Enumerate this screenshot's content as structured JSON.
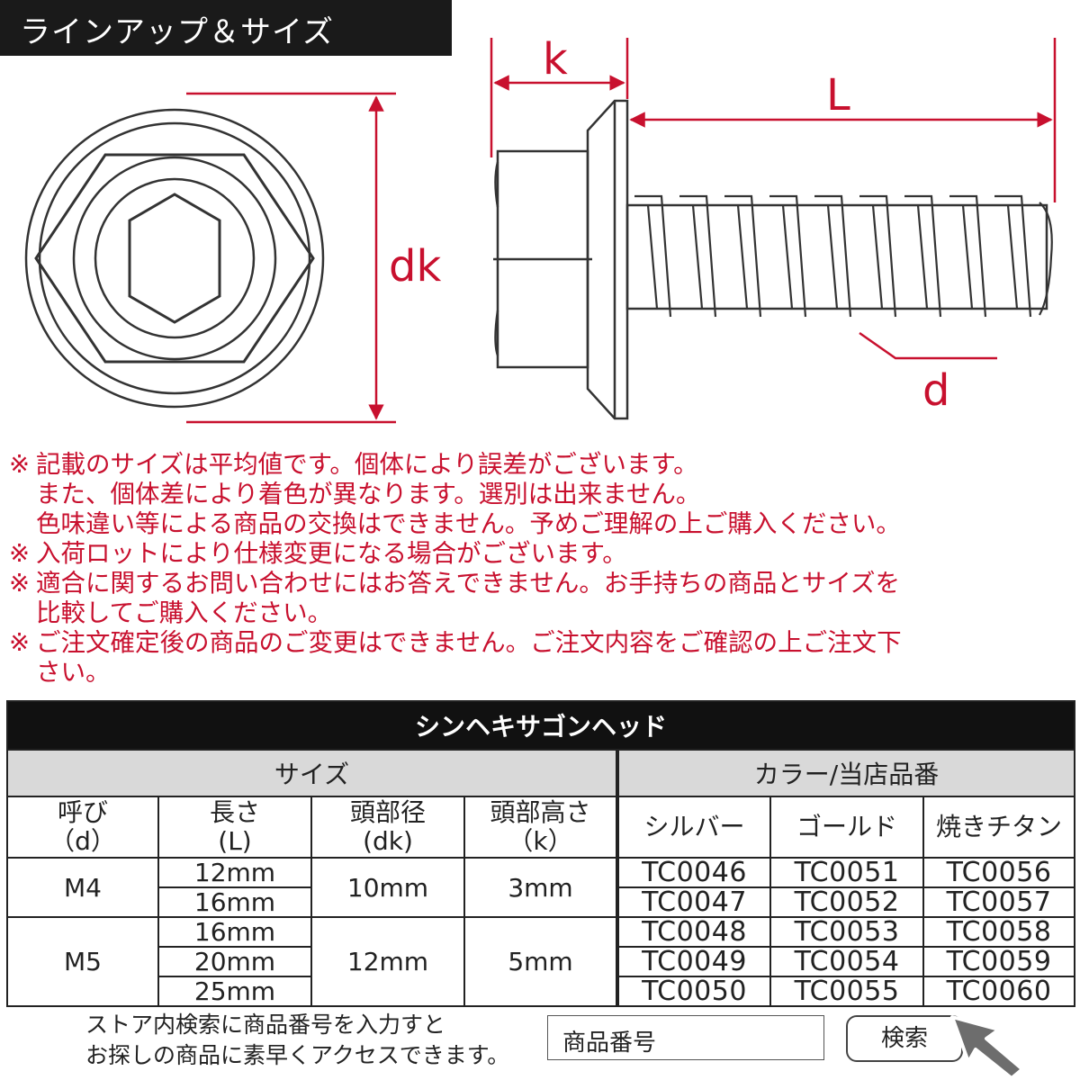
{
  "header": {
    "title": "ラインアップ＆サイズ"
  },
  "diagram": {
    "labels": {
      "k": "k",
      "L": "L",
      "dk": "dk",
      "d": "d"
    },
    "colors": {
      "dimension": "#c8102e",
      "outline": "#333333",
      "background": "#ffffff"
    }
  },
  "notes": [
    {
      "mark": "※",
      "lines": [
        "記載のサイズは平均値です。個体により誤差がございます。",
        "また、個体差により着色が異なります。選別は出来ません。",
        "色味違い等による商品の交換はできません。予めご理解の上ご購入ください。"
      ]
    },
    {
      "mark": "※",
      "lines": [
        "入荷ロットにより仕様変更になる場合がございます。"
      ]
    },
    {
      "mark": "※",
      "lines": [
        "適合に関するお問い合わせにはお答えできません。お手持ちの商品とサイズを",
        "比較してご購入ください。"
      ]
    },
    {
      "mark": "※",
      "lines": [
        "ご注文確定後の商品のご変更はできません。ご注文内容をご確認の上ご注文下",
        "さい。"
      ]
    }
  ],
  "table": {
    "title": "シンヘキサゴンヘッド",
    "group_size": "サイズ",
    "group_color": "カラー/当店品番",
    "columns": {
      "nominal": [
        "呼び",
        "（d）"
      ],
      "length": [
        "長さ",
        "(L)"
      ],
      "head_dia": [
        "頭部径",
        "(dk)"
      ],
      "head_height": [
        "頭部高さ",
        "（k）"
      ],
      "silver": "シルバー",
      "gold": "ゴールド",
      "burnt_titanium": "焼きチタン"
    },
    "groups": [
      {
        "nominal": "M4",
        "head_dia": "10mm",
        "head_height": "3mm",
        "rows": [
          {
            "length": "12mm",
            "silver": "TC0046",
            "gold": "TC0051",
            "burnt_titanium": "TC0056"
          },
          {
            "length": "16mm",
            "silver": "TC0047",
            "gold": "TC0052",
            "burnt_titanium": "TC0057"
          }
        ]
      },
      {
        "nominal": "M5",
        "head_dia": "12mm",
        "head_height": "5mm",
        "rows": [
          {
            "length": "16mm",
            "silver": "TC0048",
            "gold": "TC0053",
            "burnt_titanium": "TC0058"
          },
          {
            "length": "20mm",
            "silver": "TC0049",
            "gold": "TC0054",
            "burnt_titanium": "TC0059"
          },
          {
            "length": "25mm",
            "silver": "TC0050",
            "gold": "TC0055",
            "burnt_titanium": "TC0060"
          }
        ]
      }
    ]
  },
  "search": {
    "line1": "ストア内検索に商品番号を入力すと",
    "line2": "お探しの商品に素早くアクセスできます。",
    "input_value": "商品番号",
    "button_label": "検索"
  }
}
